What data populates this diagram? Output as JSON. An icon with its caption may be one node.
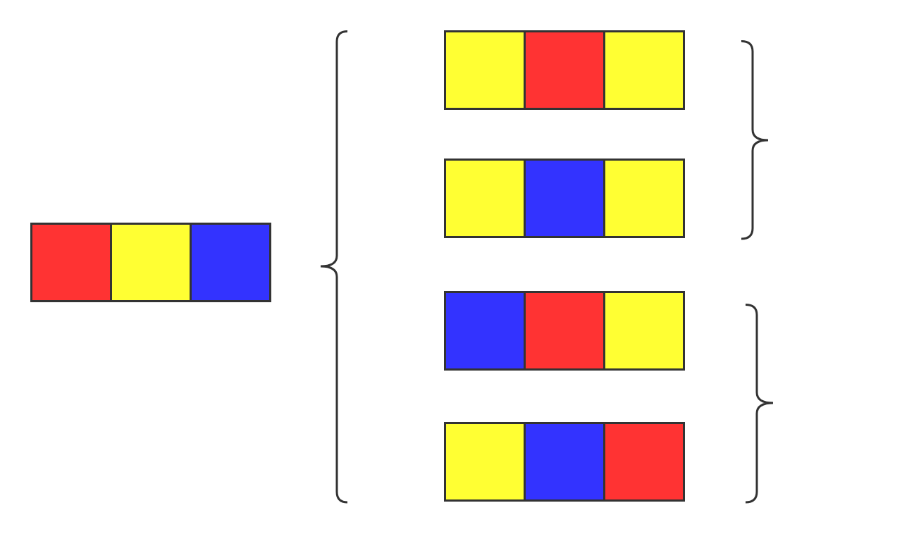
{
  "diagram": {
    "nodes": [
      {
        "text": [],
        "shape": "bar"
      },
      {
        "text": [],
        "shape": "box",
        "in": 0
      },
      {
        "text": [],
        "shape": "box",
        "in": 0
      },
      {
        "text": [],
        "shape": "box",
        "in": 0
      },
      {
        "text": [],
        "shape": "bar"
      },
      {
        "text": [],
        "shape": "box",
        "in": 4
      },
      {
        "text": [],
        "shape": "box",
        "in": 4
      },
      {
        "text": [],
        "shape": "box",
        "in": 4
      },
      {
        "text": [],
        "shape": "bar"
      },
      {
        "text": [],
        "shape": "box",
        "in": 8
      },
      {
        "text": [],
        "shape": "box",
        "in": 8
      },
      {
        "text": [],
        "shape": "box",
        "in": 8
      },
      {
        "text": [],
        "shape": "bar"
      },
      {
        "text": [],
        "shape": "box",
        "in": 12
      },
      {
        "text": [],
        "shape": "box",
        "in": 12
      },
      {
        "text": [],
        "shape": "box",
        "in": 12
      },
      {
        "text": [],
        "shape": "bar"
      },
      {
        "text": [],
        "shape": "box",
        "in": 16
      },
      {
        "text": [],
        "shape": "box",
        "in": 16
      },
      {
        "text": [],
        "shape": "box",
        "in": 16
      }
    ]
  }
}
